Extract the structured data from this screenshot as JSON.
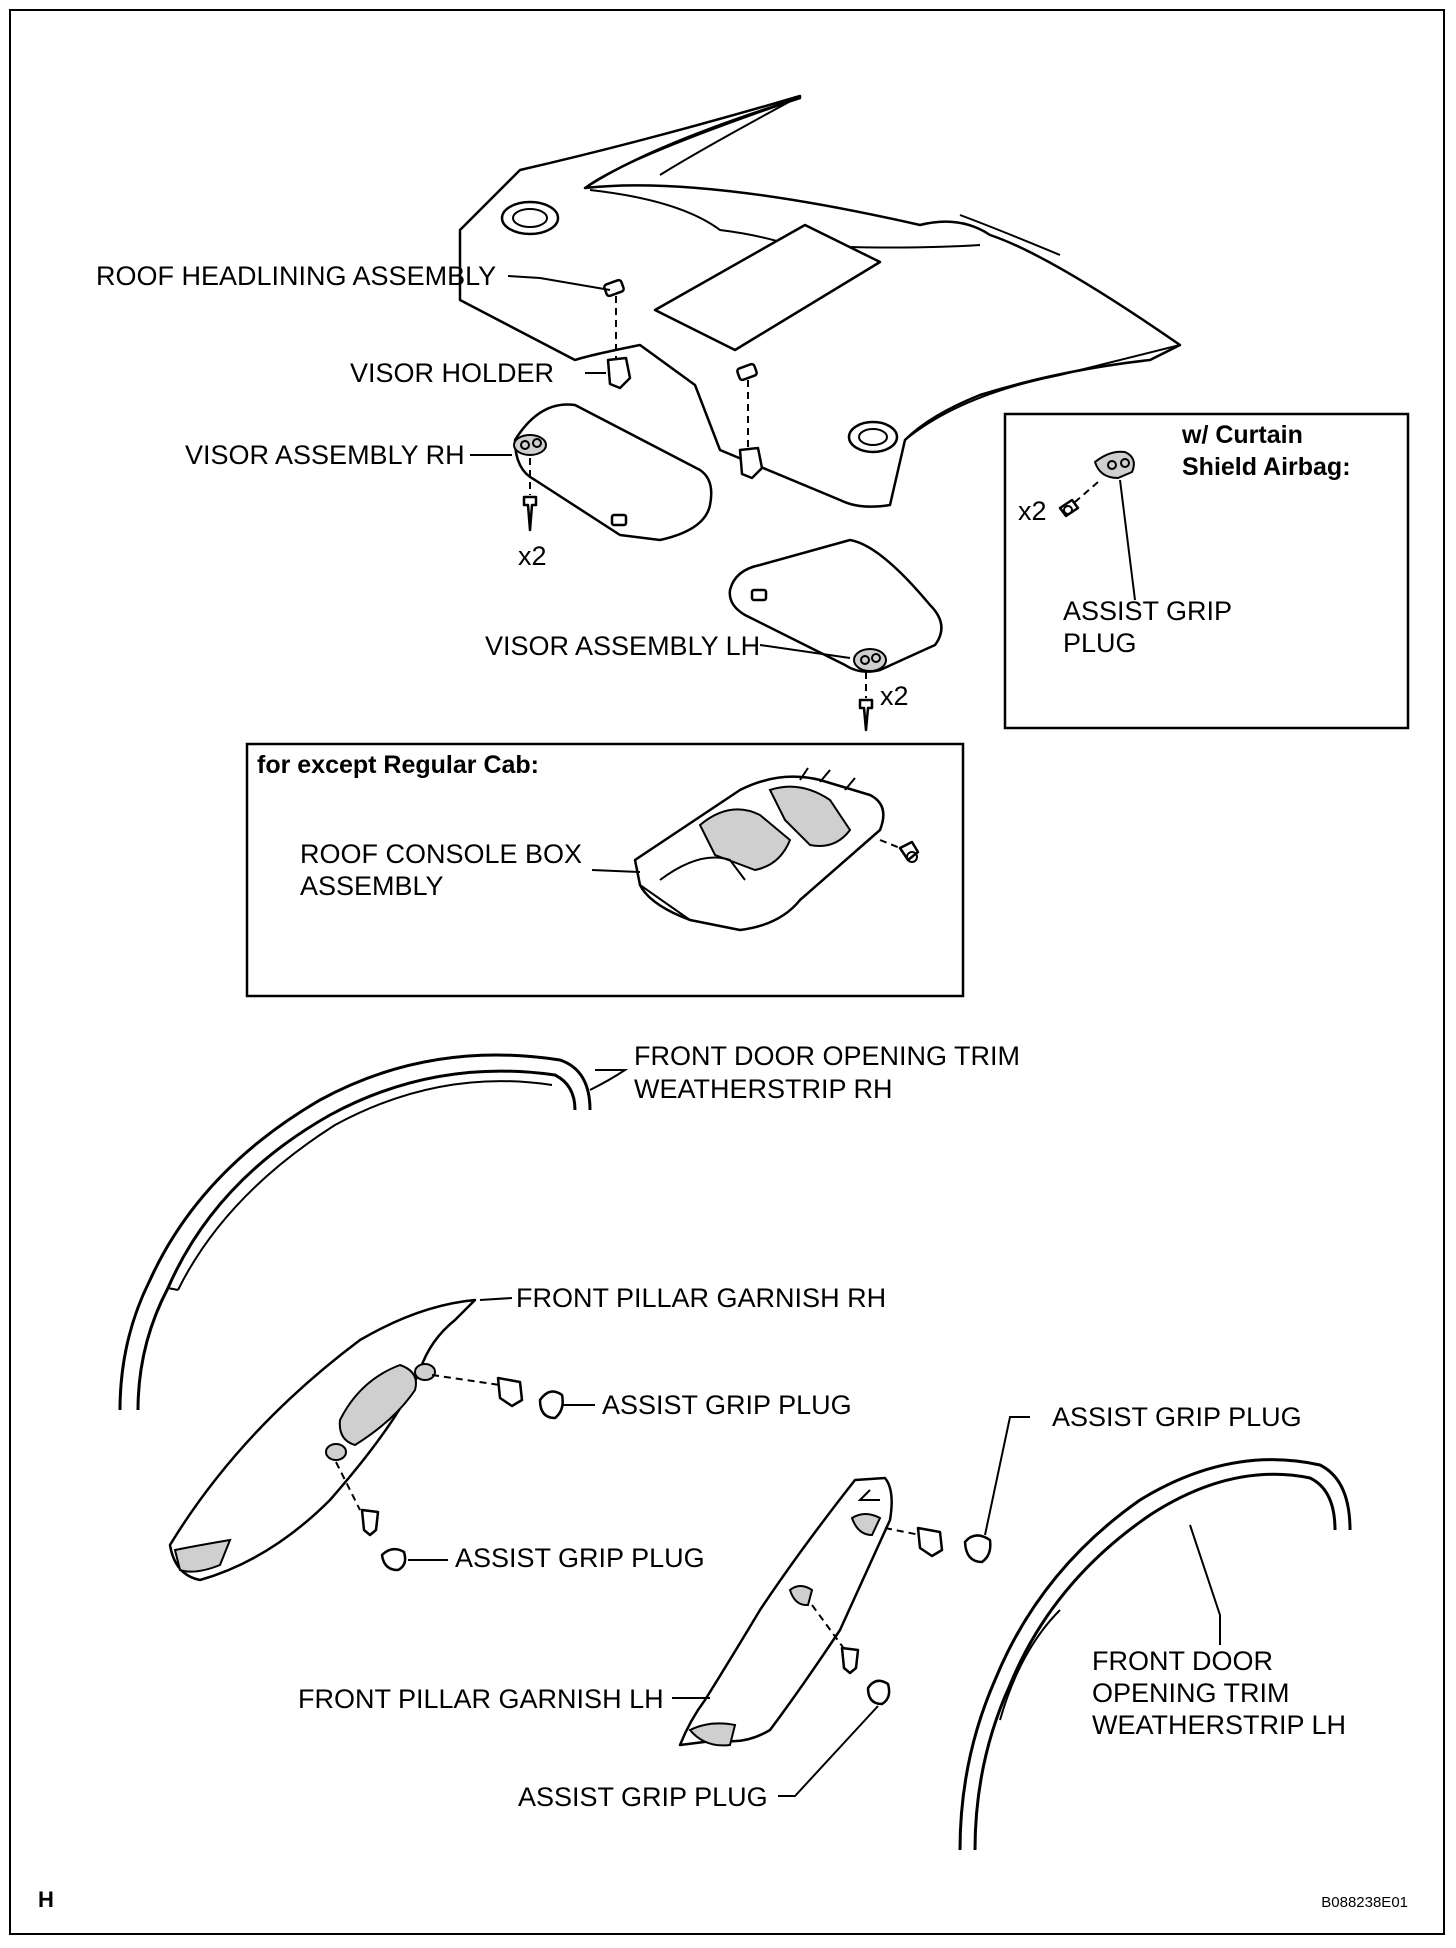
{
  "diagram": {
    "labels": {
      "roof_headlining": "ROOF HEADLINING ASSEMBLY",
      "visor_holder": "VISOR HOLDER",
      "visor_rh": "VISOR ASSEMBLY RH",
      "x2_rh": "x2",
      "visor_lh": "VISOR ASSEMBLY LH",
      "x2_lh": "x2",
      "curtain_title_1": "w/ Curtain",
      "curtain_title_2": "Shield Airbag:",
      "x2_curtain": "x2",
      "curtain_plug_1": "ASSIST GRIP",
      "curtain_plug_2": "PLUG",
      "except_title": "for except Regular Cab:",
      "console_1": "ROOF CONSOLE BOX",
      "console_2": "ASSEMBLY",
      "weather_rh_1": "FRONT DOOR OPENING TRIM",
      "weather_rh_2": "WEATHERSTRIP RH",
      "pillar_rh": "FRONT PILLAR GARNISH RH",
      "plug_rh_upper": "ASSIST GRIP PLUG",
      "plug_rh_lower": "ASSIST GRIP PLUG",
      "plug_lh_upper": "ASSIST GRIP PLUG",
      "pillar_lh": "FRONT PILLAR GARNISH LH",
      "plug_lh_lower": "ASSIST GRIP PLUG",
      "weather_lh_1": "FRONT DOOR",
      "weather_lh_2": "OPENING TRIM",
      "weather_lh_3": "WEATHERSTRIP LH"
    },
    "footer": {
      "section": "H",
      "figure_id": "B088238E01"
    }
  }
}
